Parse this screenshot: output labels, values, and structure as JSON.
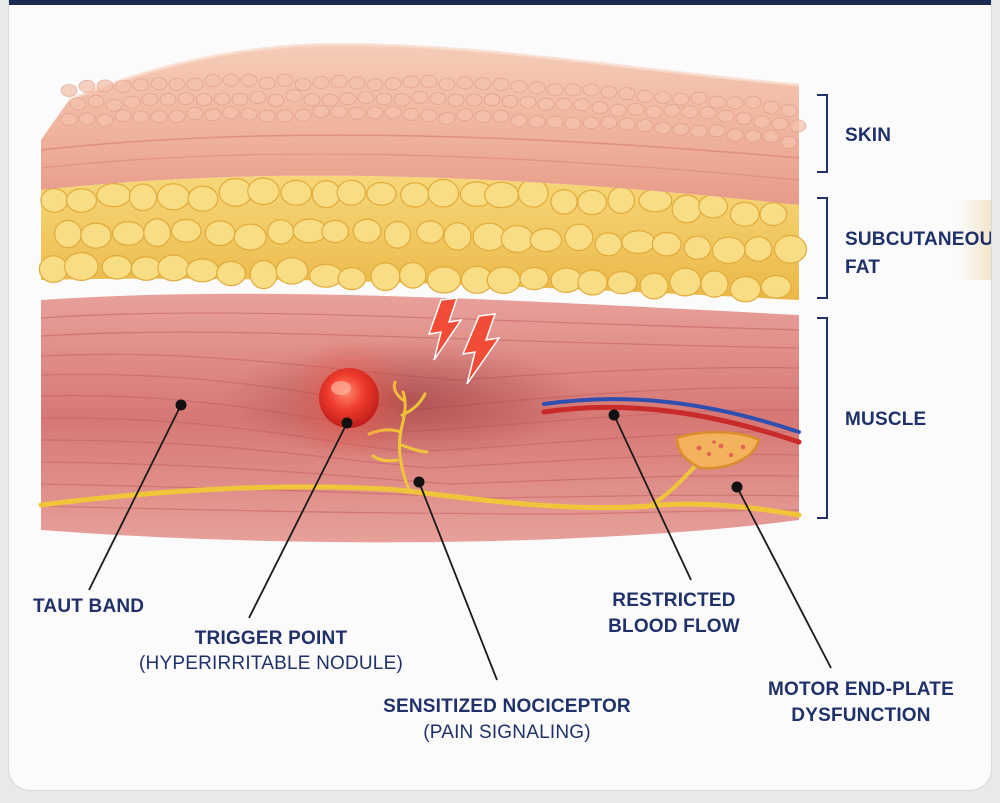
{
  "layers": {
    "skin": "SKIN",
    "fat_line1": "SUBCUTANEOUS",
    "fat_line2": "FAT",
    "muscle": "MUSCLE"
  },
  "callouts": {
    "taut_band": "TAUT BAND",
    "trigger_point_line1": "TRIGGER POINT",
    "trigger_point_line2": "(HYPERIRRITABLE NODULE)",
    "nociceptor_line1": "SENSITIZED NOCICEPTOR",
    "nociceptor_line2": "(PAIN SIGNALING)",
    "blood_flow_line1": "RESTRICTED",
    "blood_flow_line2": "BLOOD FLOW",
    "motor_line1": "MOTOR END-PLATE",
    "motor_line2": "DYSFUNCTION"
  },
  "colors": {
    "label_text": "#1f3168",
    "skin": "#f0b9a0",
    "fat": "#f2cf63",
    "muscle": "#d97c7a",
    "trigger_point": "#e3342a",
    "nerve": "#f0c53a",
    "artery": "#c92a2a",
    "vein": "#2f4fb0"
  },
  "icons": {
    "pain": "lightning-bolt-icon"
  }
}
